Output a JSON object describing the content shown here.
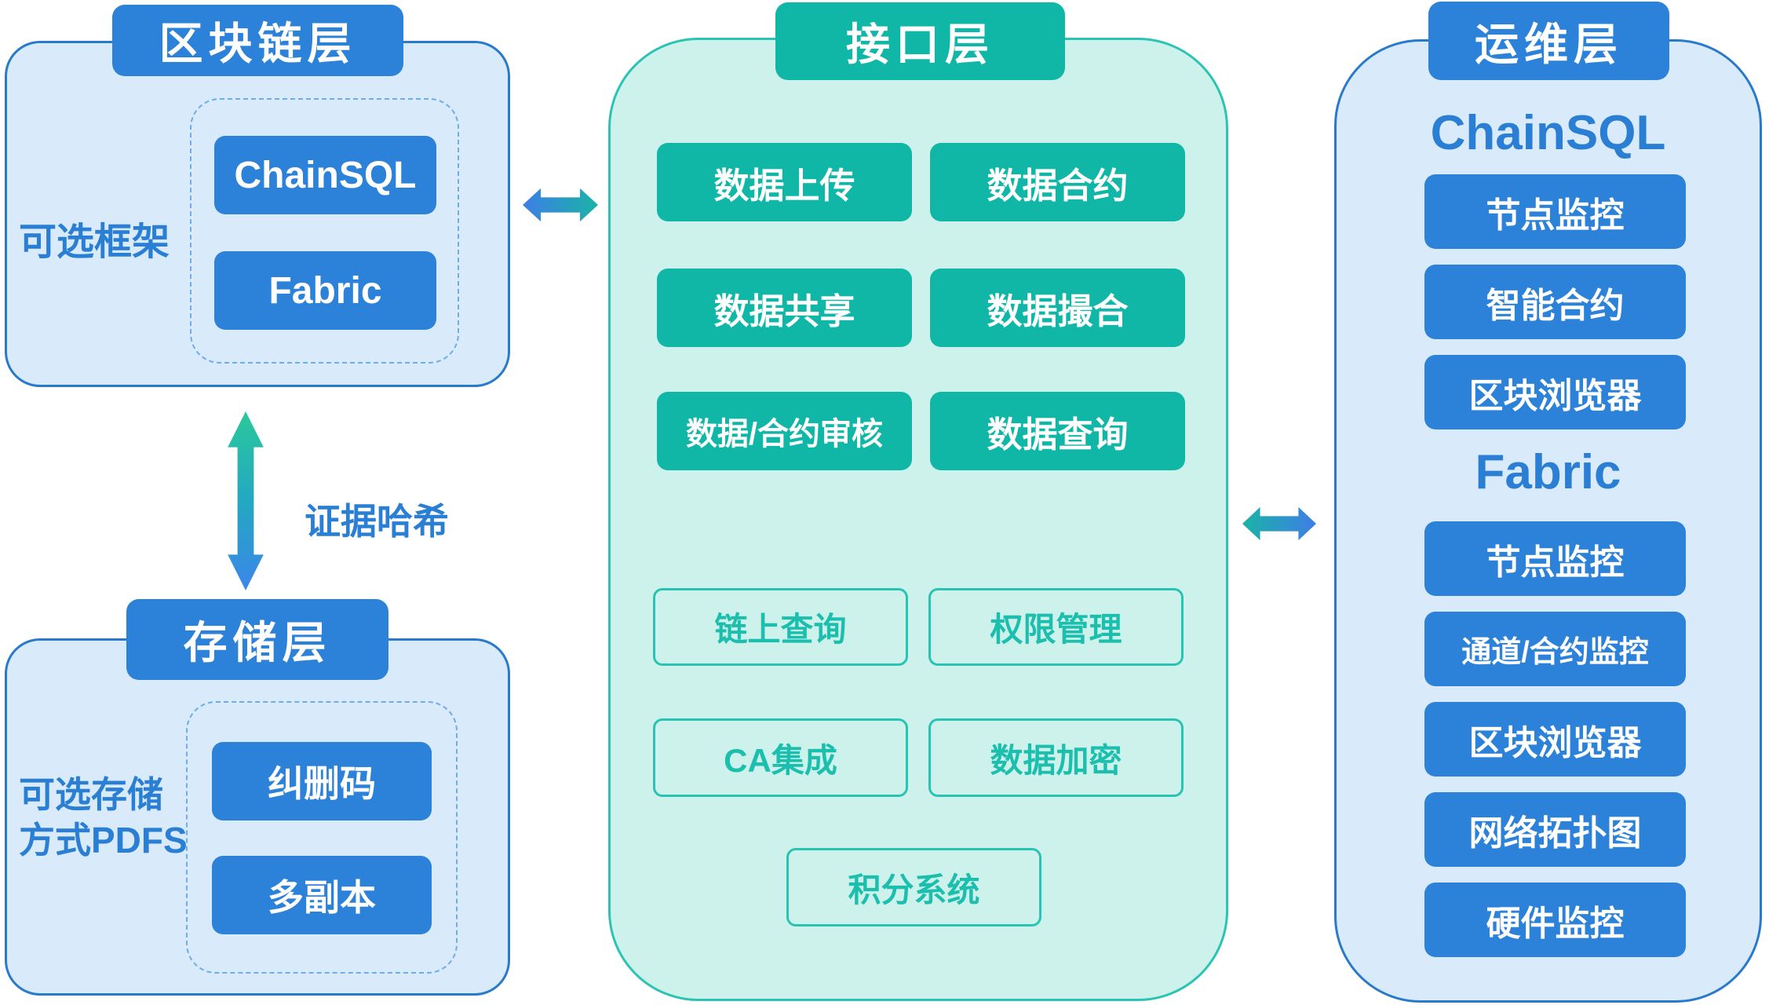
{
  "colors": {
    "blue_solid": "#2C81D8",
    "blue_border": "#2A7ACC",
    "blue_fill": "#D9EBFB",
    "blue_dashed_border": "#6FADE8",
    "blue_text": "#2A7FD4",
    "teal_solid": "#10B7A7",
    "teal_border": "#2BC4B4",
    "teal_fill": "#CDF2EB",
    "teal_outline": "#28C3B2",
    "arrow_blue": "#3D7EE6",
    "arrow_teal": "#1BB3A6",
    "arrow_green": "#2AC89B"
  },
  "blockchain_layer": {
    "title": "区块链层",
    "label": "可选框架",
    "frameworks": [
      "ChainSQL",
      "Fabric"
    ]
  },
  "storage_layer": {
    "title": "存储层",
    "label_line1": "可选存储",
    "label_line2": "方式PDFS",
    "options": [
      "纠删码",
      "多副本"
    ]
  },
  "hash_link": {
    "label": "证据哈希"
  },
  "interface_layer": {
    "title": "接口层",
    "solid_buttons": [
      "数据上传",
      "数据合约",
      "数据共享",
      "数据撮合",
      "数据/合约审核",
      "数据查询"
    ],
    "outline_buttons": [
      "链上查询",
      "权限管理",
      "CA集成",
      "数据加密"
    ],
    "bottom_button": "积分系统"
  },
  "ops_layer": {
    "title": "运维层",
    "chainsql": {
      "heading": "ChainSQL",
      "items": [
        "节点监控",
        "智能合约",
        "区块浏览器"
      ]
    },
    "fabric": {
      "heading": "Fabric",
      "items": [
        "节点监控",
        "通道/合约监控",
        "区块浏览器",
        "网络拓扑图",
        "硬件监控"
      ]
    }
  }
}
